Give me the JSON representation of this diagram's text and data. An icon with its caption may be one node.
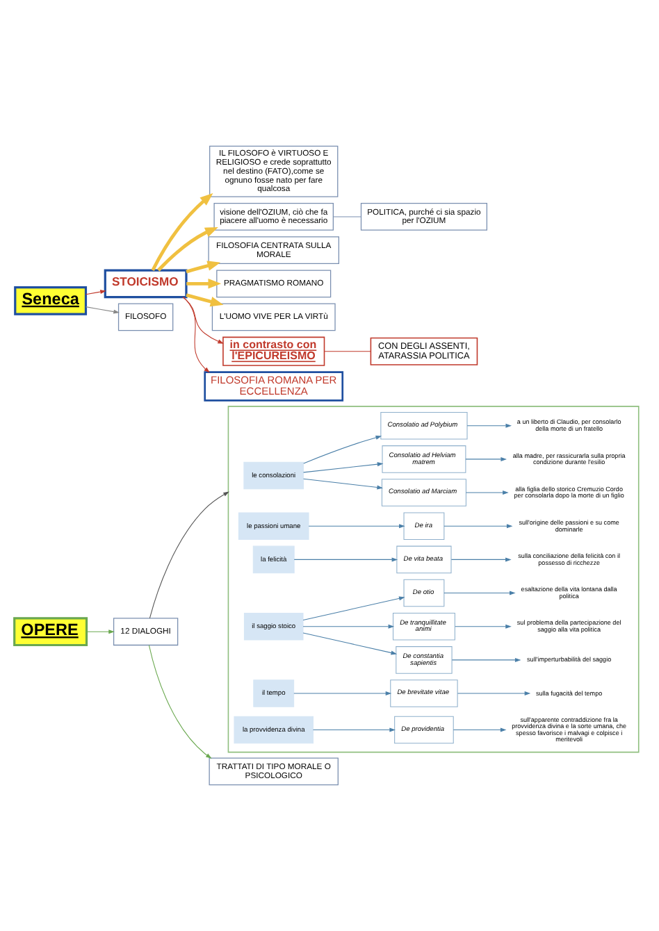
{
  "diagram": {
    "nodes": [
      {
        "text": [
          "Seneca"
        ]
      },
      {
        "text": [
          "FILOSOFO"
        ]
      },
      {
        "text": [
          "STOICISMO"
        ]
      },
      {
        "text": [
          "FILOSOFIA ROMANA PER ECCELLENZA"
        ]
      },
      {
        "text": [
          "in contrasto con l'EPICUREISMO"
        ]
      },
      {
        "text": [
          "CON DEGLI ASSENTI, ATARASSIA POLITICA"
        ]
      },
      {
        "text": [
          "L'UOMO VIVE PER LA VIRTù"
        ]
      },
      {
        "text": [
          "PRAGMATISMO ROMANO"
        ]
      },
      {
        "text": [
          "FILOSOFIA CENTRATA SULLA MORALE"
        ]
      },
      {
        "text": [
          "visione dell'OZIUM, ciò che fa piacere all'uomo è necessario"
        ]
      },
      {
        "text": [
          "POLITICA, purché ci sia spazio per l'OZIUM"
        ]
      },
      {
        "text": [
          "IL FILOSOFO è VIRTUOSO E RELIGIOSO e crede soprattutto nel destino (FATO),come se ognuno fosse nato per fare qualcosa"
        ]
      },
      {
        "text": [
          "OPERE"
        ]
      },
      {
        "text": [
          "12 DIALOGHI"
        ]
      },
      {
        "text": [
          "TRATTATI DI TIPO MORALE O PSICOLOGICO"
        ]
      },
      {
        "text": [],
        "shape": "box"
      },
      {
        "text": [
          "le consolazioni"
        ],
        "in": 15
      },
      {
        "text": [
          "Consolatio ad Marciam"
        ],
        "in": 15
      },
      {
        "text": [
          "alla figlia dello storico Cremuzio Cordo per consolarla dopo la morte di un figlio"
        ],
        "in": 15
      },
      {
        "text": [
          "Consolatio ad Helviam matrem"
        ],
        "in": 15
      },
      {
        "text": [
          "alla madre, per rassicurarla sulla propria condizione durante l'esilio"
        ],
        "in": 15
      },
      {
        "text": [
          "Consolatio ad Polybium"
        ],
        "in": 15
      },
      {
        "text": [
          "a un liberto di Claudio, per consolarlo della morte di un fratello"
        ],
        "in": 15
      },
      {
        "text": [
          "le passioni umane"
        ],
        "in": 15
      },
      {
        "text": [
          "De ira"
        ],
        "in": 15
      },
      {
        "text": [
          "sull'origine delle passioni e su come dominarle"
        ],
        "in": 15
      },
      {
        "text": [
          "la felicità"
        ],
        "in": 15
      },
      {
        "text": [
          "De vita beata"
        ],
        "in": 15
      },
      {
        "text": [
          "sulla conciliazione della felicità con il possesso di ricchezze"
        ],
        "in": 15
      },
      {
        "text": [
          "il saggio stoico"
        ],
        "in": 15
      },
      {
        "text": [
          "De constantia sapientis"
        ],
        "in": 15
      },
      {
        "text": [
          "sull'imperturbabilità del saggio"
        ],
        "in": 15
      },
      {
        "text": [
          "De tranquillitate animi"
        ],
        "in": 15
      },
      {
        "text": [
          "sul problema della partecipazione del saggio alla vita politica"
        ],
        "in": 15
      },
      {
        "text": [
          "De otio"
        ],
        "in": 15
      },
      {
        "text": [
          "esaltazione della vita lontana dalla politica"
        ],
        "in": 15
      },
      {
        "text": [
          "il tempo"
        ],
        "in": 15
      },
      {
        "text": [
          "De brevitate vitae"
        ],
        "in": 15
      },
      {
        "text": [
          "sulla fugacità del tempo"
        ],
        "in": 15
      },
      {
        "text": [
          "la provvidenza divina"
        ],
        "in": 15
      },
      {
        "text": [
          "De providentia"
        ],
        "in": 15
      },
      {
        "text": [
          "sull'apparente contraddizione fra la provvidenza divina e la sorte umana, che spesso favorisce i malvagi e colpisce i meritevoli"
        ],
        "in": 15
      }
    ],
    "edges": [
      {
        "from": 0,
        "to": 1,
        "arrow": "to",
        "color": "#888888"
      },
      {
        "from": 0,
        "to": 2,
        "arrow": "to",
        "color": "#c0392b"
      },
      {
        "from": 2,
        "to": 3,
        "arrow": "to",
        "color": "#c0392b"
      },
      {
        "from": 2,
        "to": 4,
        "arrow": "to",
        "color": "#c0392b"
      },
      {
        "from": 4,
        "to": 5,
        "arrow": "none",
        "color": "#c0392b"
      },
      {
        "from": 2,
        "to": 6,
        "arrow": "to",
        "style": "thick",
        "color": "#f0c040"
      },
      {
        "from": 2,
        "to": 7,
        "arrow": "to",
        "style": "thick",
        "color": "#f0c040"
      },
      {
        "from": 2,
        "to": 8,
        "arrow": "to",
        "style": "thick",
        "color": "#f0c040"
      },
      {
        "from": 2,
        "to": 9,
        "arrow": "to",
        "style": "thick",
        "color": "#f0c040"
      },
      {
        "from": 2,
        "to": 11,
        "arrow": "to",
        "style": "thick",
        "color": "#f0c040"
      },
      {
        "from": 9,
        "to": 10,
        "arrow": "none",
        "color": "#7a8fb0"
      },
      {
        "from": 12,
        "to": 13,
        "arrow": "to",
        "color": "#6aa84f"
      },
      {
        "from": 13,
        "to": 14,
        "arrow": "to",
        "color": "#6aa84f"
      },
      {
        "from": 13,
        "to": 15,
        "arrow": "to",
        "color": "#555555"
      },
      {
        "from": 16,
        "to": 17,
        "arrow": "to"
      },
      {
        "from": 16,
        "to": 19,
        "arrow": "to"
      },
      {
        "from": 16,
        "to": 21,
        "arrow": "to"
      },
      {
        "from": 17,
        "to": 18,
        "arrow": "to"
      },
      {
        "from": 19,
        "to": 20,
        "arrow": "to"
      },
      {
        "from": 21,
        "to": 22,
        "arrow": "to"
      },
      {
        "from": 23,
        "to": 24,
        "arrow": "to"
      },
      {
        "from": 24,
        "to": 25,
        "arrow": "to"
      },
      {
        "from": 26,
        "to": 27,
        "arrow": "to"
      },
      {
        "from": 27,
        "to": 28,
        "arrow": "to"
      },
      {
        "from": 29,
        "to": 30,
        "arrow": "to"
      },
      {
        "from": 29,
        "to": 32,
        "arrow": "to"
      },
      {
        "from": 29,
        "to": 34,
        "arrow": "to"
      },
      {
        "from": 30,
        "to": 31,
        "arrow": "to"
      },
      {
        "from": 32,
        "to": 33,
        "arrow": "to"
      },
      {
        "from": 34,
        "to": 35,
        "arrow": "to"
      },
      {
        "from": 36,
        "to": 37,
        "arrow": "to"
      },
      {
        "from": 37,
        "to": 38,
        "arrow": "to"
      },
      {
        "from": 39,
        "to": 40,
        "arrow": "to"
      },
      {
        "from": 40,
        "to": 41,
        "arrow": "to"
      }
    ]
  }
}
